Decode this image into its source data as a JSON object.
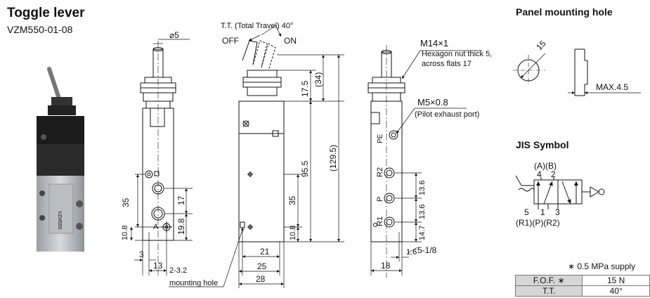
{
  "header": {
    "title": "Toggle lever",
    "model": "VZM550-01-08"
  },
  "photo": {
    "label_model": "VZM550"
  },
  "front_view": {
    "dims": {
      "stem_dia": "⌀5",
      "port_spacing": "35",
      "upper_port": "17",
      "lower_port": "19.8",
      "base_offset": "10.8",
      "left_offset": "3",
      "width_13": "13",
      "mounting_hole_size": "2-3.2",
      "mounting_hole_label": "mounting hole"
    },
    "port_label": "A"
  },
  "side_view": {
    "travel_label": "T.T. (Total Travel) 40°",
    "off_label": "OFF",
    "on_label": "ON",
    "dims": {
      "lever_height": "(34)",
      "top_offset": "17.5",
      "body_height": "95.5",
      "total_height": "(129.5)",
      "port_height": "35",
      "base_offset": "10.8",
      "width_21": "21",
      "width_25": "25",
      "width_28": "28"
    }
  },
  "port_view": {
    "nut_spec": "M14×1",
    "nut_note_1": "Hexagon nut thick 5,",
    "nut_note_2": "across flats 17",
    "pilot_spec": "M5×0.8",
    "pilot_note": "(Pilot exhaust port)",
    "ports": [
      "PE",
      "R2",
      "P",
      "R1"
    ],
    "dims": {
      "r2_p": "13.6",
      "p_r1": "13.6",
      "r1_base": "14.7",
      "offset_1_6": "1.6",
      "width_18": "18",
      "port_size": "5-1/8"
    }
  },
  "panel": {
    "heading": "Panel mounting hole",
    "hole_dia": "15",
    "max_thickness": "MAX.4.5"
  },
  "jis": {
    "heading": "JIS Symbol",
    "top_ports": "(A)(B)",
    "top_numbers": [
      "4",
      "2"
    ],
    "bottom_numbers": [
      "5",
      "1",
      "3"
    ],
    "bottom_ports": "(R1)(P)(R2)"
  },
  "spec_table": {
    "note": "∗ 0.5 MPa supply",
    "rows": [
      {
        "label": "F.O.F. ∗",
        "value": "15 N"
      },
      {
        "label": "T.T.",
        "value": "40°"
      }
    ]
  }
}
